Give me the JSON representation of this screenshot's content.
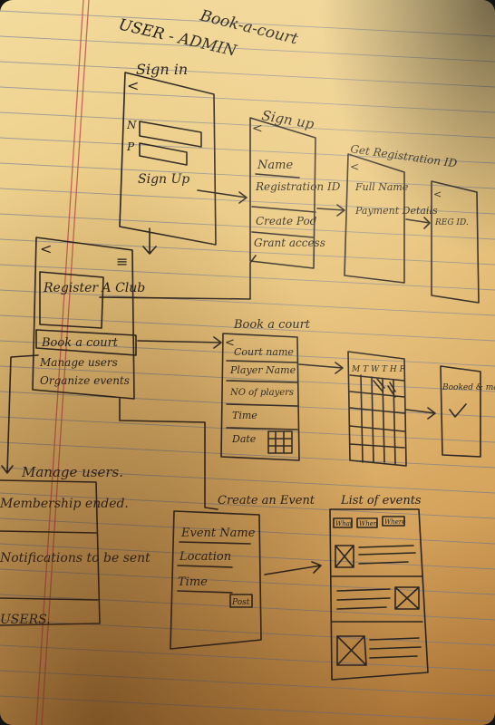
{
  "heading": {
    "app_title": "Book-a-court",
    "role": "USER - ADMIN"
  },
  "signin": {
    "title": "Sign in",
    "back": "<",
    "name_label": "N",
    "password_label": "P",
    "button": "Sign Up"
  },
  "signup": {
    "title": "Sign up",
    "back": "<",
    "items": [
      "Name",
      "Registration ID",
      "Create Pod",
      "Grant access"
    ]
  },
  "get_reg": {
    "title": "Get Registration ID",
    "back": "<",
    "items": [
      "Full Name",
      "Payment Details"
    ]
  },
  "reg_id": {
    "back": "<",
    "label": "REG ID."
  },
  "admin_menu": {
    "back": "<",
    "menu_icon": "≡",
    "items": [
      "Register A Club",
      "Book a court",
      "Manage users",
      "Organize events"
    ]
  },
  "book_court": {
    "title": "Book a court",
    "back": "<",
    "fields": [
      "Court name",
      "Player Name",
      "NO of players",
      "Time",
      "Date"
    ]
  },
  "calendar": {
    "days": "M T W T H F"
  },
  "booked": {
    "text": "Booked & mail sent"
  },
  "manage_users": {
    "title": "Manage users.",
    "items": [
      "Membership ended.",
      "Notifications to be sent",
      "USERS."
    ]
  },
  "create_event": {
    "title": "Create an Event",
    "fields": [
      "Event Name",
      "Location",
      "Time"
    ],
    "post": "Post"
  },
  "list_events": {
    "title": "List of events",
    "tabs": [
      "What",
      "When",
      "Where"
    ]
  }
}
